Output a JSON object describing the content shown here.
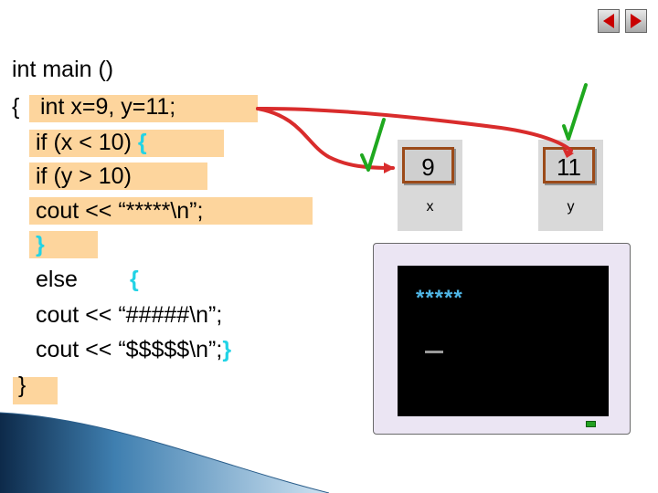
{
  "nav": {
    "prev_icon": "triangle-left-icon",
    "next_icon": "triangle-right-icon",
    "icon_color": "#c80000"
  },
  "code": {
    "l1": "int main ()",
    "l2_brace": "{",
    "l2": "int x=9, y=11;",
    "l3": "if (x < 10) ",
    "l3_brace": "{",
    "l4": "if (y > 10)",
    "l5": "cout << “*****\\n”;",
    "l6_brace": "}",
    "l7": "else",
    "l7_brace": "{",
    "l8": "cout << “#####\\n”;",
    "l9": "cout << “$$$$$\\n”;",
    "l9_brace": "}",
    "l10_brace": "}"
  },
  "variables": [
    {
      "value": "9",
      "name": "x"
    },
    {
      "value": "11",
      "name": "y"
    }
  ],
  "monitor": {
    "output": "*****"
  },
  "colors": {
    "highlight": "#fdd59d",
    "brace": "#22d3e5",
    "arrow": "#d92c2c",
    "check": "#1fa81f",
    "output": "#4fb6e6"
  }
}
